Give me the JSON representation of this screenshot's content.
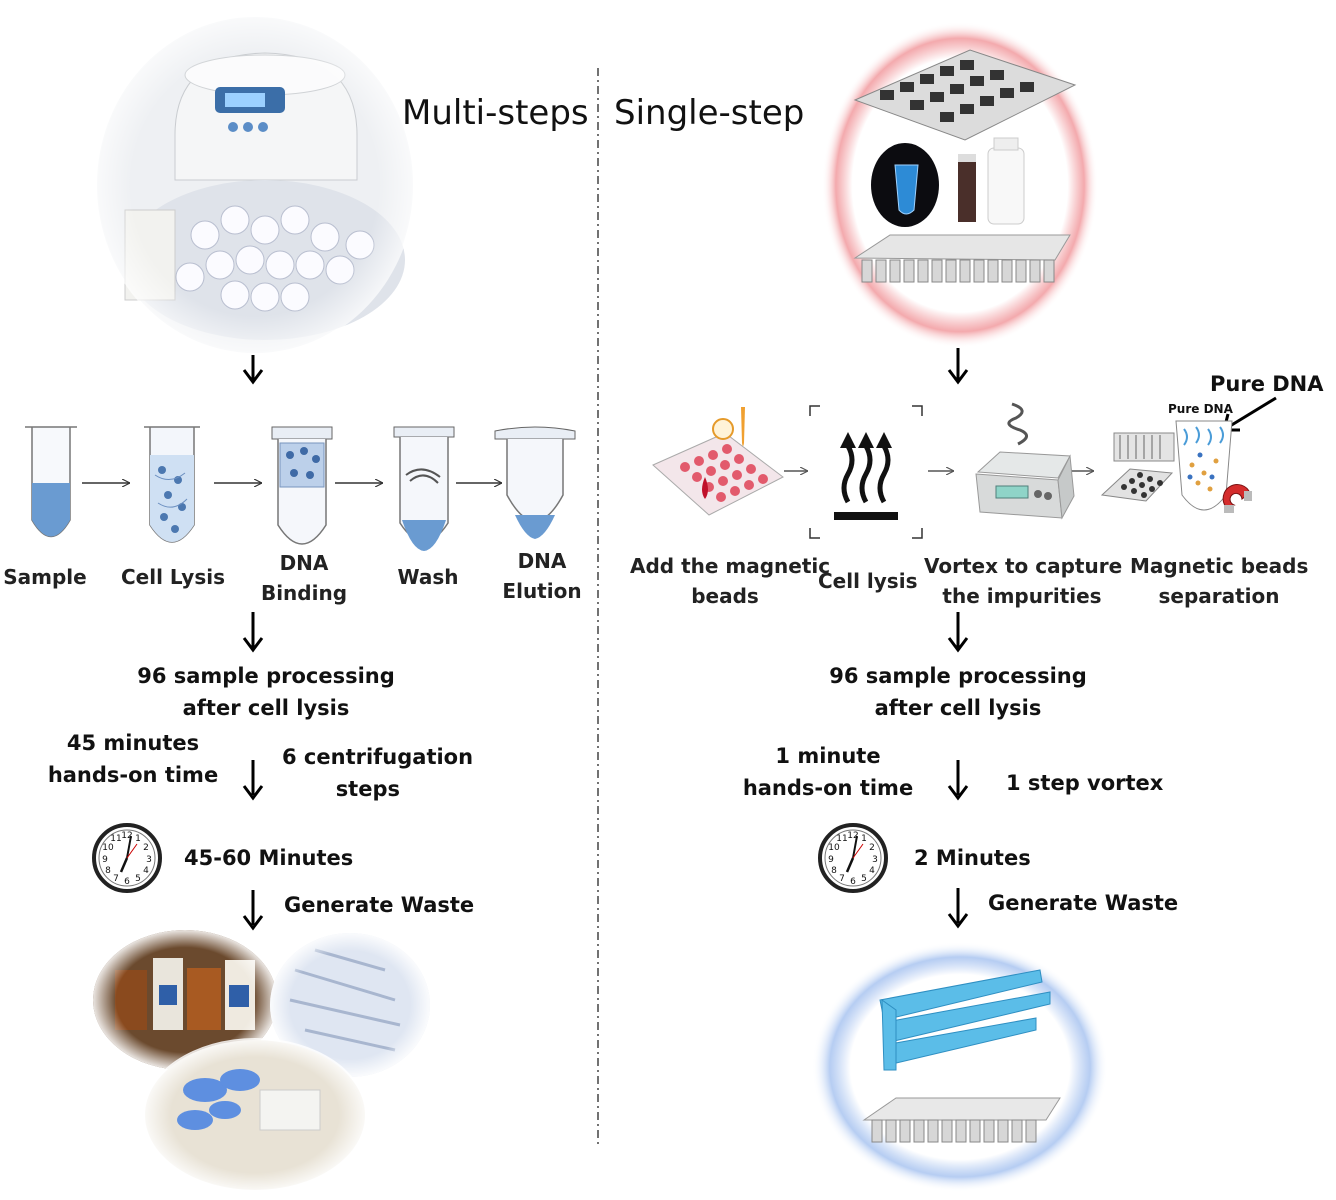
{
  "left": {
    "title": "Multi-steps",
    "steps": [
      "Sample",
      "Cell Lysis",
      "DNA",
      "Binding",
      "Wash",
      "DNA",
      "Elution"
    ],
    "processing": [
      "96 sample processing",
      "after cell lysis"
    ],
    "hands_on": [
      "45 minutes",
      "hands-on time"
    ],
    "centrifugation": [
      "6 centrifugation",
      "steps"
    ],
    "duration": "45-60 Minutes",
    "waste": "Generate Waste"
  },
  "right": {
    "title": "Single-step",
    "pure_dna_callout": "Pure DNA",
    "pure_dna_inset": "Pure DNA",
    "steps": [
      "Add the magnetic",
      "beads",
      "Cell lysis",
      "Vortex to capture",
      "the impurities",
      "Magnetic beads",
      "separation"
    ],
    "processing": [
      "96 sample processing",
      "after cell lysis"
    ],
    "hands_on": [
      "1 minute",
      "hands-on time"
    ],
    "vortex": "1 step vortex",
    "duration": "2 Minutes",
    "waste": "Generate Waste"
  },
  "clock_numbers": [
    "12",
    "1",
    "2",
    "3",
    "4",
    "5",
    "6",
    "7",
    "8",
    "9",
    "10",
    "11"
  ],
  "colors": {
    "text": "#111111",
    "arrow": "#000000",
    "tube_liquid": "#6a9bd1",
    "pink_glow": "#f2a0a4",
    "blue_glow": "#a9c4f0",
    "waste_tip_blue": "#5bbde8"
  }
}
